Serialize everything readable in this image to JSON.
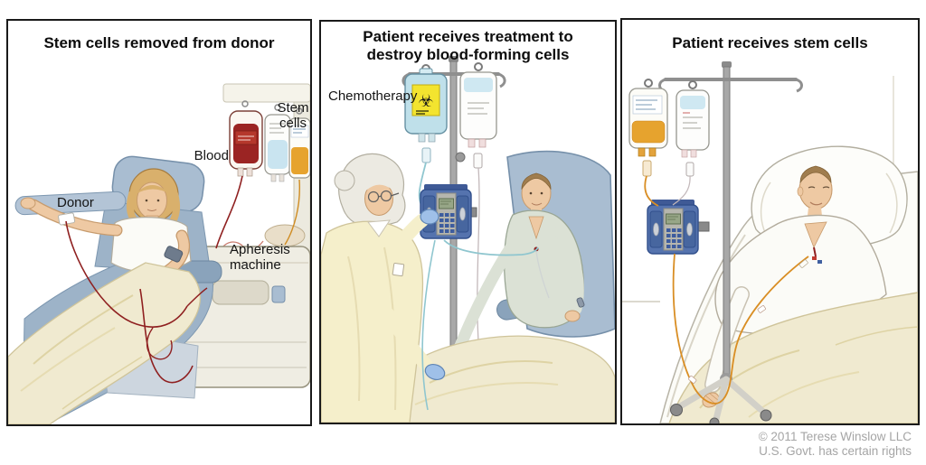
{
  "figure": {
    "type": "medical-illustration",
    "panels": [
      {
        "title": "Stem cells removed from donor",
        "labels": {
          "donor": "Donor",
          "blood": "Blood",
          "stem_cells": "Stem cells",
          "apheresis_machine": "Apheresis machine"
        }
      },
      {
        "title": "Patient receives treatment to destroy blood-forming cells",
        "labels": {
          "chemotherapy": "Chemotherapy"
        }
      },
      {
        "title": "Patient receives stem cells",
        "labels": {}
      }
    ],
    "credit": {
      "line1": "© 2011 Terese Winslow LLC",
      "line2": "U.S. Govt. has certain rights"
    },
    "icons": {
      "biohazard": "☣"
    },
    "colors": {
      "blood_red": "#9b2423",
      "stem_cell_orange": "#e6a32e",
      "chemo_bag_blue": "#bfe0ea",
      "biohazard_yellow": "#f3e42f",
      "saline_blue": "#cfe8f2",
      "chair_blue": "#a9bdd1",
      "blanket_yellow": "#f0ead0",
      "gown_yellow": "#f5efcb",
      "glove_blue": "#9fc0e8",
      "pump_blue": "#5573ae",
      "tube_red": "#8f2020",
      "tube_teal": "#8fc6cf",
      "tube_orange": "#d98e24",
      "credit_gray": "#a5a5a5"
    }
  }
}
